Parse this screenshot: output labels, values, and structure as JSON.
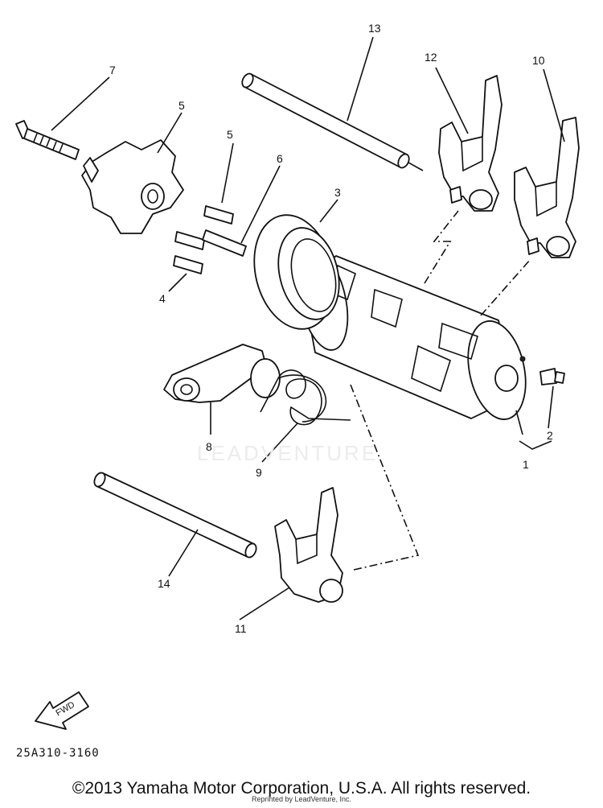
{
  "diagram": {
    "callouts": [
      "1",
      "2",
      "3",
      "4",
      "5",
      "5",
      "6",
      "7",
      "8",
      "9",
      "10",
      "11",
      "12",
      "13",
      "14"
    ],
    "direction_arrow_label": "FWD",
    "code": "25A310-3160",
    "watermark": "LEADVENTURE"
  },
  "footer": {
    "copyright": "©2013 Yamaha Motor Corporation, U.S.A. All rights reserved.",
    "reprint": "Reprinted by LeadVenture, Inc."
  }
}
